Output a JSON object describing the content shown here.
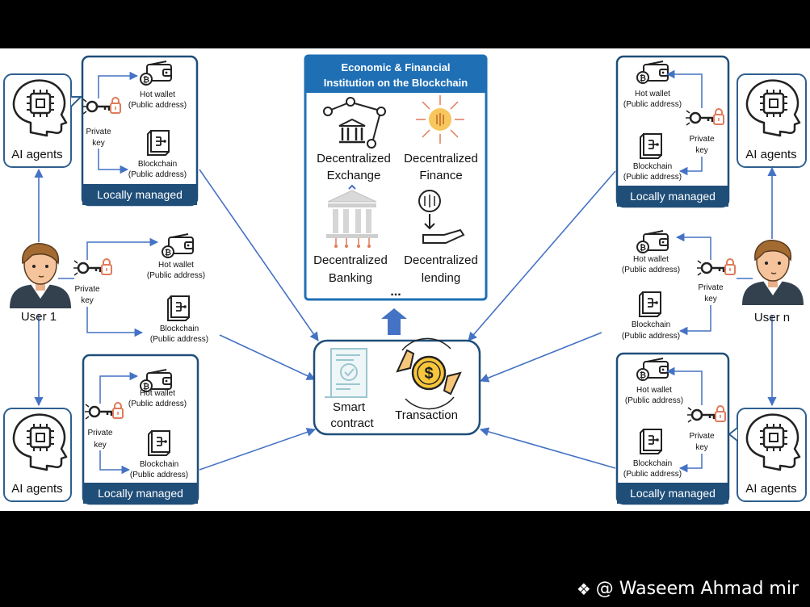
{
  "institution": {
    "title_line1": "Economic & Financial",
    "title_line2": "Institution on the Blockchain",
    "items": [
      {
        "line1": "Decentralized",
        "line2": "Exchange",
        "icon": "exchange-network-icon"
      },
      {
        "line1": "Decentralized",
        "line2": "Finance",
        "icon": "finance-bulb-icon"
      },
      {
        "line1": "Decentralized",
        "line2": "Banking",
        "icon": "bank-building-icon"
      },
      {
        "line1": "Decentralized",
        "line2": "lending",
        "icon": "lending-hand-icon"
      }
    ],
    "more": "..."
  },
  "hub": {
    "smart_line1": "Smart",
    "smart_line2": "contract",
    "transaction": "Transaction"
  },
  "labels": {
    "ai_agents": "AI agents",
    "hot_wallet": "Hot wallet",
    "blockchain": "Blockchain",
    "public_address": "(Public address)",
    "private": "Private",
    "key": "key",
    "locally_managed": "Locally managed",
    "user1": "User 1",
    "usern": "User n"
  },
  "watermark": "@ Waseem Ahmad mir",
  "colors": {
    "navy": "#1f4e79",
    "box_border": "#2e5f8f",
    "arrow": "#4472c4",
    "key_orange": "#e07b5a"
  }
}
